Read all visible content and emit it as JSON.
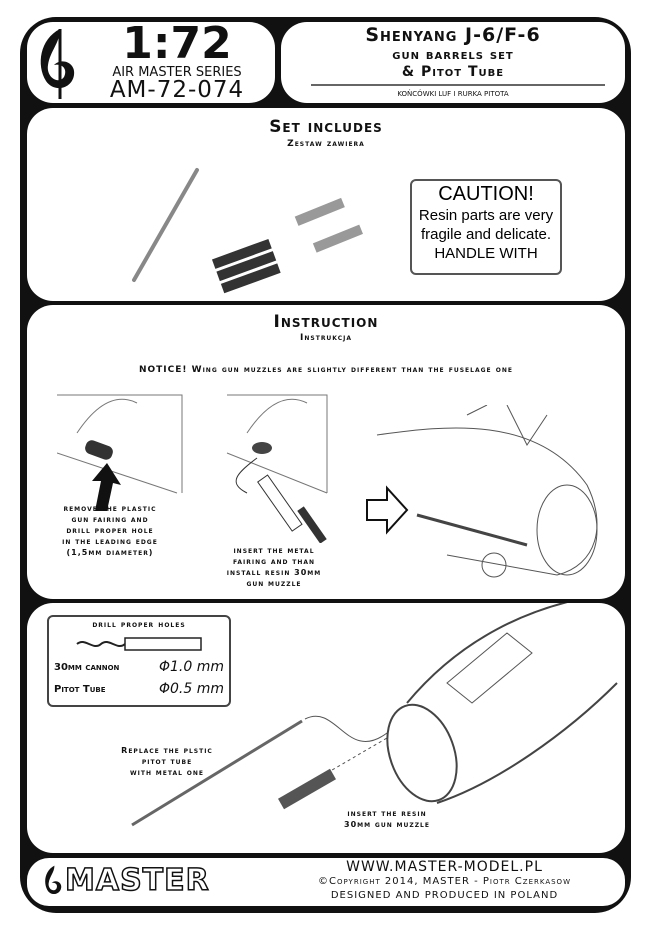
{
  "header": {
    "scale": "1:72",
    "series": "AIR MASTER SERIES",
    "code": "AM-72-074",
    "title": "Shenyang J-6/F-6",
    "subtitle1": "gun barrels set",
    "subtitle2": "& Pitot Tube",
    "polish": "KOŃCÓWKI LUF I RURKA PITOTA"
  },
  "set": {
    "title": "Set includes",
    "polish": "Zestaw zawiera",
    "caution_title": "CAUTION!",
    "caution_line1": "Resin parts are very",
    "caution_line2": "fragile and delicate.",
    "caution_line3": "HANDLE WITH"
  },
  "instruction": {
    "title": "Instruction",
    "polish": "Instrukcja",
    "notice": "NOTICE! Wing gun muzzles are slightly different than the fuselage one",
    "step1": [
      "remove the plastic",
      "gun fairing and",
      "drill proper hole",
      "in the leading edge",
      "(1,5mm diameter)"
    ],
    "step2": [
      "insert the metal",
      "fairing and than",
      "install resin 30mm",
      "gun muzzle"
    ]
  },
  "drill": {
    "title": "drill proper holes",
    "row1_label": "30mm cannon",
    "row1_value": "Φ1.0 mm",
    "row2_label": "Pitot Tube",
    "row2_value": "Φ0.5 mm",
    "replace": [
      "Replace the plstic",
      "pitot tube",
      "with metal one"
    ],
    "insert": [
      "insert the resin",
      "30mm gun muzzle"
    ]
  },
  "footer": {
    "brand": "MASTER",
    "url": "WWW.MASTER-MODEL.PL",
    "copyright": "©Copyright 2014, MASTER - Piotr Czerkasow",
    "made": "DESIGNED AND PRODUCED IN POLAND"
  }
}
